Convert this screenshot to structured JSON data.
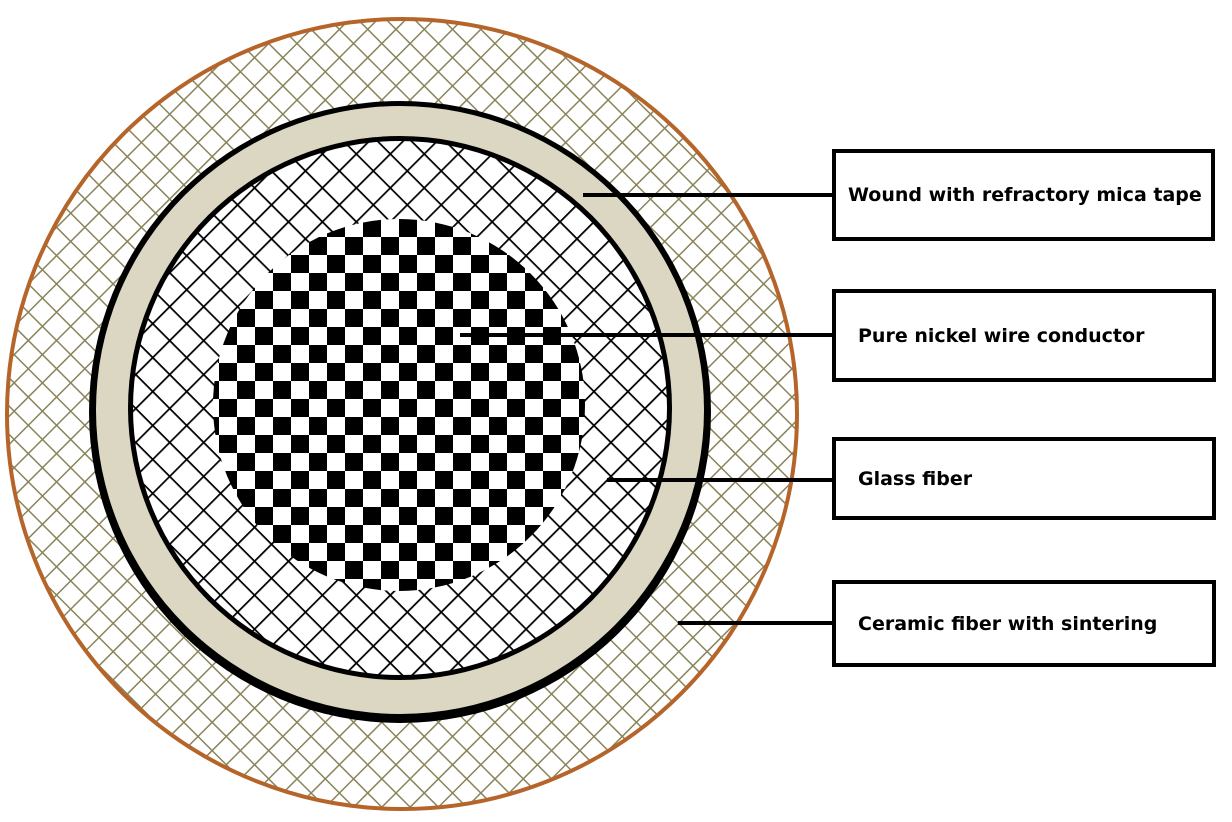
{
  "title": "Cable cross-section",
  "colors": {
    "outer_edge": "#b5652a",
    "ceramic_hatch": "#8a845a",
    "mica_tape": "#dcd7c2",
    "glass_hatch": "#000000",
    "conductor": "#000000"
  },
  "labels": [
    {
      "id": "mica",
      "text": "Wound with refractory mica tape"
    },
    {
      "id": "conductor",
      "text": "Pure nickel wire conductor"
    },
    {
      "id": "glass",
      "text": "Glass fiber"
    },
    {
      "id": "ceramic",
      "text": "Ceramic fiber with sintering"
    }
  ]
}
